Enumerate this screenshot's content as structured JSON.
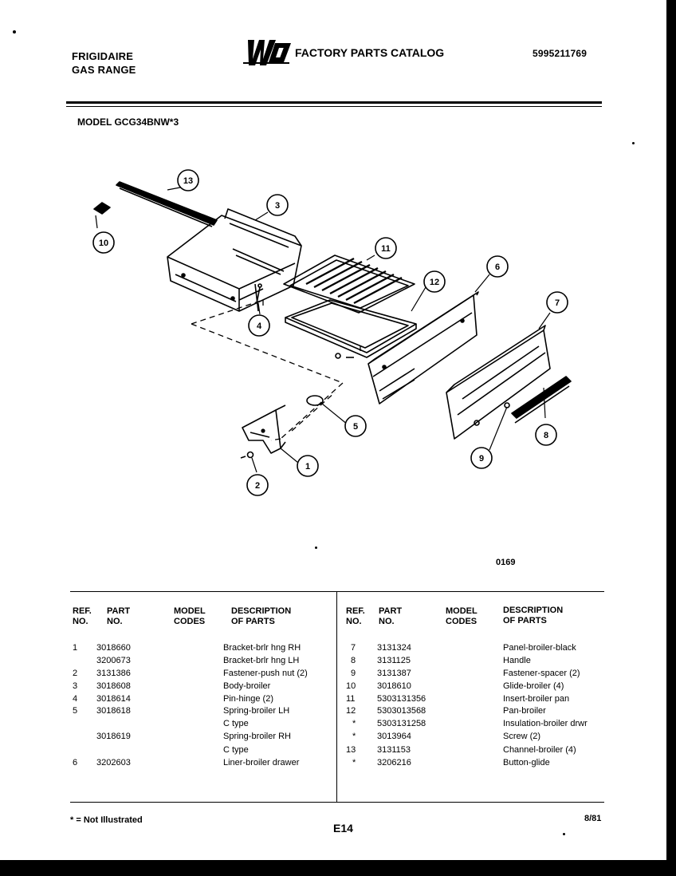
{
  "header": {
    "brand_line1": "FRIGIDAIRE",
    "brand_line2": "GAS RANGE",
    "logo": "WCI",
    "catalog_title": "FACTORY PARTS CATALOG",
    "catalog_number": "5995211769",
    "model": "MODEL GCG34BNW*3"
  },
  "diagram": {
    "figure_code": "0169",
    "callouts": [
      "13",
      "3",
      "10",
      "11",
      "12",
      "6",
      "7",
      "4",
      "5",
      "8",
      "9",
      "1",
      "2"
    ]
  },
  "table": {
    "headers": {
      "ref": [
        "REF.",
        "NO."
      ],
      "part": [
        "PART",
        "NO."
      ],
      "model": [
        "MODEL",
        "CODES"
      ],
      "desc": [
        "DESCRIPTION",
        "OF PARTS"
      ]
    },
    "left_rows": [
      {
        "ref": "1",
        "part": "3018660",
        "desc": "Bracket-brlr hng RH"
      },
      {
        "ref": "",
        "part": "3200673",
        "desc": "Bracket-brlr hng LH"
      },
      {
        "ref": "2",
        "part": "3131386",
        "desc": "Fastener-push nut (2)"
      },
      {
        "ref": "3",
        "part": "3018608",
        "desc": "Body-broiler"
      },
      {
        "ref": "4",
        "part": "3018614",
        "desc": "Pin-hinge (2)"
      },
      {
        "ref": "5",
        "part": "3018618",
        "desc": "Spring-broiler LH"
      },
      {
        "ref": "",
        "part": "",
        "desc": "C type"
      },
      {
        "ref": "",
        "part": "3018619",
        "desc": "Spring-broiler RH"
      },
      {
        "ref": "",
        "part": "",
        "desc": "C type"
      },
      {
        "ref": "6",
        "part": "3202603",
        "desc": "Liner-broiler drawer"
      }
    ],
    "right_rows": [
      {
        "ref": "7",
        "part": "3131324",
        "desc": "Panel-broiler-black"
      },
      {
        "ref": "8",
        "part": "3131125",
        "desc": "Handle"
      },
      {
        "ref": "9",
        "part": "3131387",
        "desc": "Fastener-spacer (2)"
      },
      {
        "ref": "10",
        "part": "3018610",
        "desc": "Glide-broiler (4)"
      },
      {
        "ref": "11",
        "part": "5303131356",
        "desc": "Insert-broiler pan"
      },
      {
        "ref": "12",
        "part": "5303013568",
        "desc": "Pan-broiler"
      },
      {
        "ref": "*",
        "part": "5303131258",
        "desc": "Insulation-broiler drwr"
      },
      {
        "ref": "*",
        "part": "3013964",
        "desc": "Screw (2)"
      },
      {
        "ref": "13",
        "part": "3131153",
        "desc": "Channel-broiler (4)"
      },
      {
        "ref": "*",
        "part": "3206216",
        "desc": "Button-glide"
      }
    ]
  },
  "footer": {
    "note": "* = Not Illustrated",
    "page_code": "E14",
    "date_code": "8/81"
  }
}
